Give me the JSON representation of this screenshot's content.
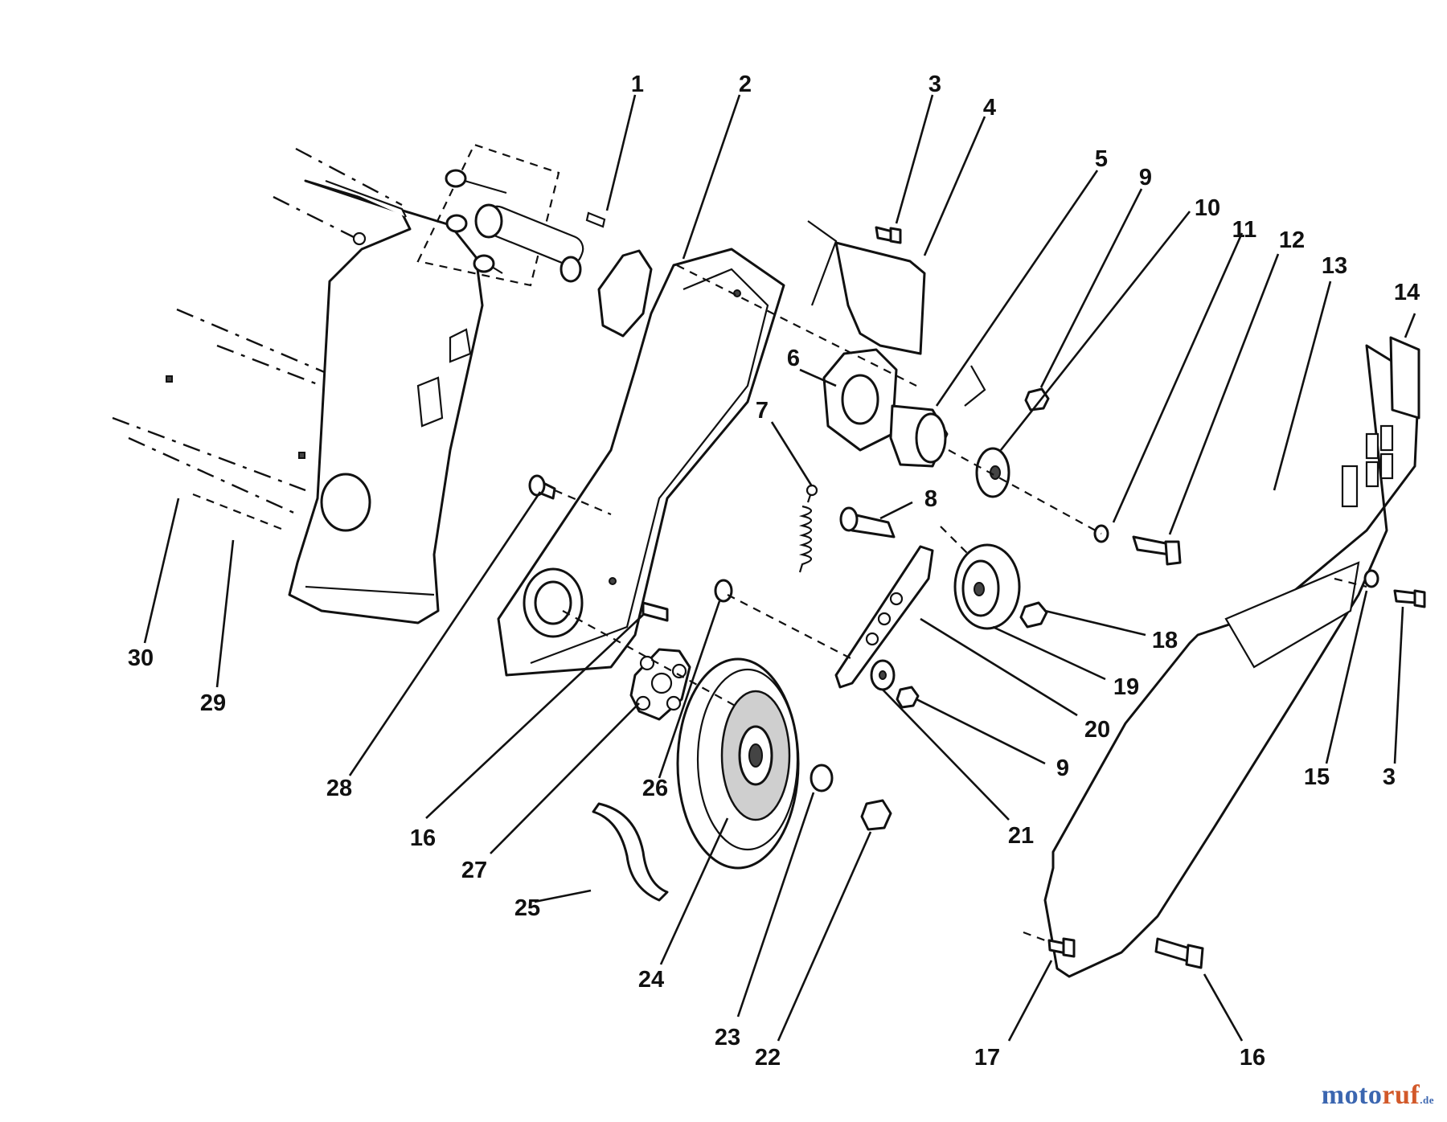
{
  "callouts": [
    "1",
    "2",
    "3",
    "4",
    "5",
    "9",
    "10",
    "11",
    "12",
    "13",
    "14",
    "6",
    "7",
    "8",
    "18",
    "19",
    "20",
    "9",
    "21",
    "15",
    "3",
    "30",
    "29",
    "28",
    "16",
    "26",
    "27",
    "24",
    "25",
    "23",
    "22",
    "17",
    "16"
  ],
  "watermark": {
    "main": "moto",
    "accent": "ruf",
    "tld": ".de"
  }
}
